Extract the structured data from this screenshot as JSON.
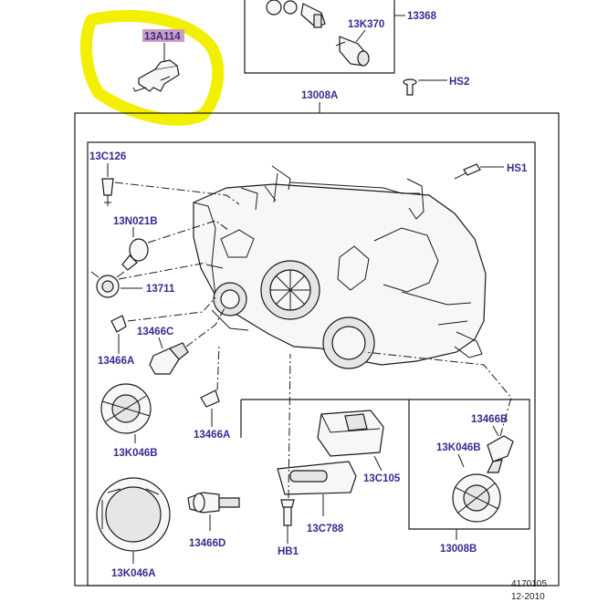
{
  "highlight_color": "#f2f000",
  "label_color": "#3a2a8f",
  "labels": {
    "p13A114": "13A114",
    "p13K370": "13K370",
    "p13368": "13368",
    "pHS2": "HS2",
    "p13008A": "13008A",
    "p13C126": "13C126",
    "pHS1": "HS1",
    "p13N021B": "13N021B",
    "p13711": "13711",
    "p13466C": "13466C",
    "p13466A_left": "13466A",
    "p13K046B_left": "13K046B",
    "p13466A_mid": "13466A",
    "p13466B": "13466B",
    "p13K046B_right": "13K046B",
    "p13C105": "13C105",
    "p13466D": "13466D",
    "p13C788": "13C788",
    "pHB1": "HB1",
    "p13008B": "13008B",
    "p13K046A": "13K046A"
  },
  "footer": {
    "drawing_number": "4170105",
    "date": "12-2010"
  }
}
